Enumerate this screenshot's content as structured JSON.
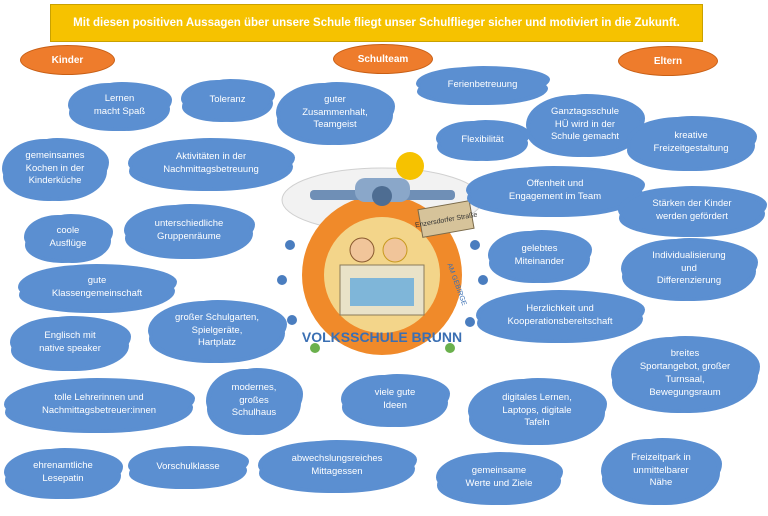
{
  "banner": {
    "text": "Mit diesen positiven Aussagen über unsere Schule fliegt unser Schulflieger sicher und motiviert in die Zukunft."
  },
  "categories": {
    "kinder": "Kinder",
    "schulteam": "Schulteam",
    "eltern": "Eltern"
  },
  "logo": {
    "ring_text": "VOLKSSCHULE BRUNN",
    "sub_text": "AM GEBIRGE",
    "sign_text": "Enzersdorfer Straße"
  },
  "colors": {
    "banner": "#f6c200",
    "oval": "#ee7c2c",
    "cloud": "#5b8fd1",
    "text": "#ffffff"
  },
  "clouds": {
    "lernen": "Lernen\nmacht Spaß",
    "toleranz": "Toleranz",
    "zusammenhalt": "guter\nZusammenhalt,\nTeamgeist",
    "ferienbetreuung": "Ferienbetreuung",
    "ganztagsschule": "Ganztagsschule\nHÜ wird in der\nSchule gemacht",
    "flexibilitaet": "Flexibilität",
    "freizeitgestaltung": "kreative\nFreizeitgestaltung",
    "kochen": "gemeinsames\nKochen in der\nKinderküche",
    "aktivitaeten": "Aktivitäten in der\nNachmittagsbetreuung",
    "offenheit": "Offenheit und\nEngagement im Team",
    "staerken": "Stärken der Kinder\nwerden gefördert",
    "ausfluege": "coole\nAusflüge",
    "gruppenraeume": "unterschiedliche\nGruppenräume",
    "miteinander": "gelebtes\nMiteinander",
    "individualisierung": "Individualisierung\nund\nDifferenzierung",
    "klassengemeinschaft": "gute\nKlassengemeinschaft",
    "schulgarten": "großer Schulgarten,\nSpielgeräte,\nHartplatz",
    "herzlichkeit": "Herzlichkeit und\nKooperationsbereitschaft",
    "englisch": "Englisch mit\nnative speaker",
    "sportangebot": "breites\nSportangebot, großer\nTurnsaal,\nBewegungsraum",
    "lehrerinnen": "tolle Lehrerinnen und\nNachmittagsbetreuer:innen",
    "schulhaus": "modernes,\ngroßes\nSchulhaus",
    "ideen": "viele gute\nIdeen",
    "digitales": "digitales Lernen,\nLaptops, digitale\nTafeln",
    "lesepatin": "ehrenamtliche\nLesepatin",
    "vorschulklasse": "Vorschulklasse",
    "mittagessen": "abwechslungsreiches\nMittagessen",
    "werte": "gemeinsame\nWerte und Ziele",
    "freizeitpark": "Freizeitpark in\nunmittelbarer\nNähe"
  }
}
